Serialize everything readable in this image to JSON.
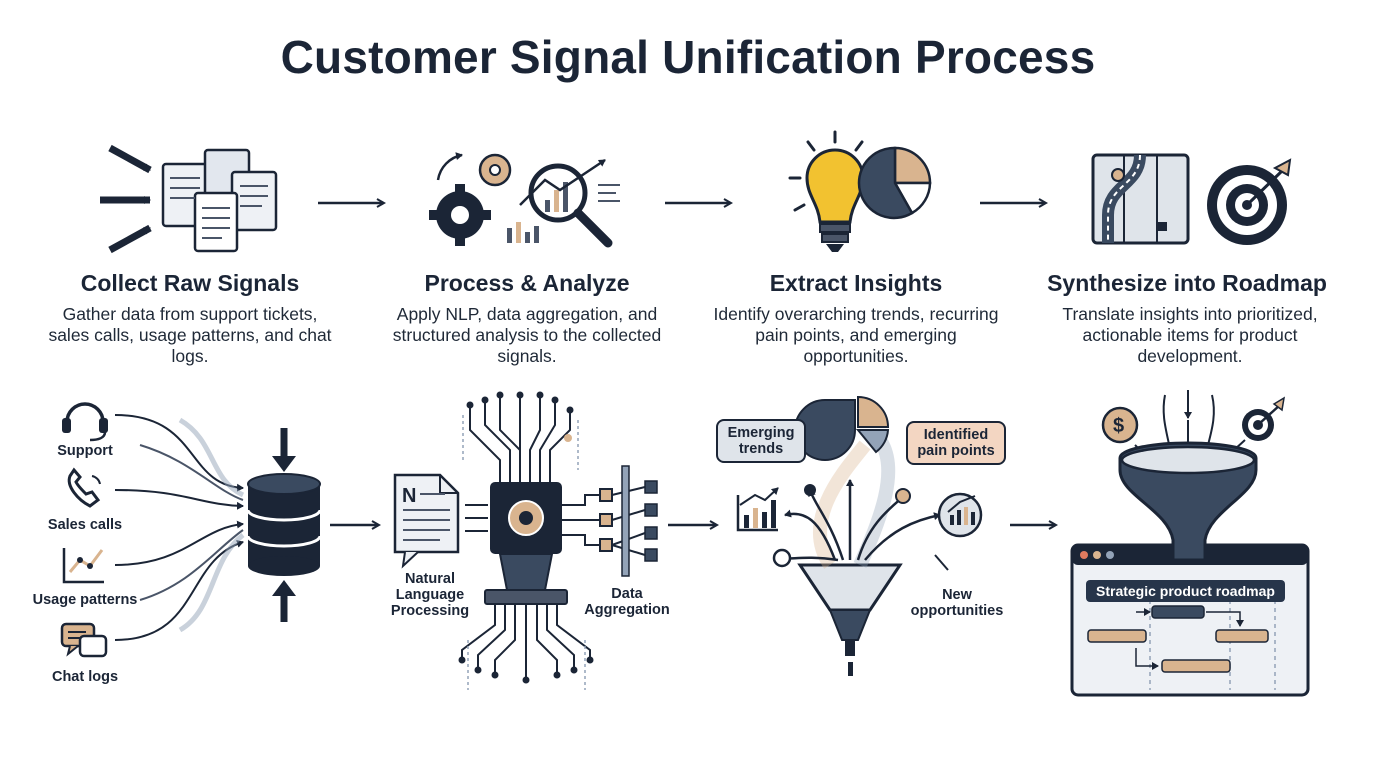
{
  "title": "Customer Signal Unification Process",
  "steps": [
    {
      "title": "Collect Raw Signals",
      "desc": "Gather data from support tickets, sales calls, usage patterns, and chat logs."
    },
    {
      "title": "Process & Analyze",
      "desc": "Apply NLP, data aggregation, and structured analysis to the collected signals."
    },
    {
      "title": "Extract Insights",
      "desc": "Identify overarching trends, recurring pain points, and emerging opportunities."
    },
    {
      "title": "Synthesize into Roadmap",
      "desc": "Translate insights into prioritized, actionable items for product development."
    }
  ],
  "sources": [
    "Support",
    "Sales calls",
    "Usage patterns",
    "Chat logs"
  ],
  "process_labels": {
    "nlp": "Natural Language Processing",
    "aggregation": "Data Aggregation",
    "doc_letter": "N"
  },
  "insight_labels": {
    "trends": "Emerging trends",
    "pain_points": "Identified pain points",
    "opportunities": "New opportunities"
  },
  "roadmap_label": "Strategic product roadmap",
  "colors": {
    "navy": "#1b2536",
    "slate": "#4a5568",
    "tan": "#d9b48f",
    "gold": "#f2c230",
    "blue_gray": "#93a3b8"
  }
}
